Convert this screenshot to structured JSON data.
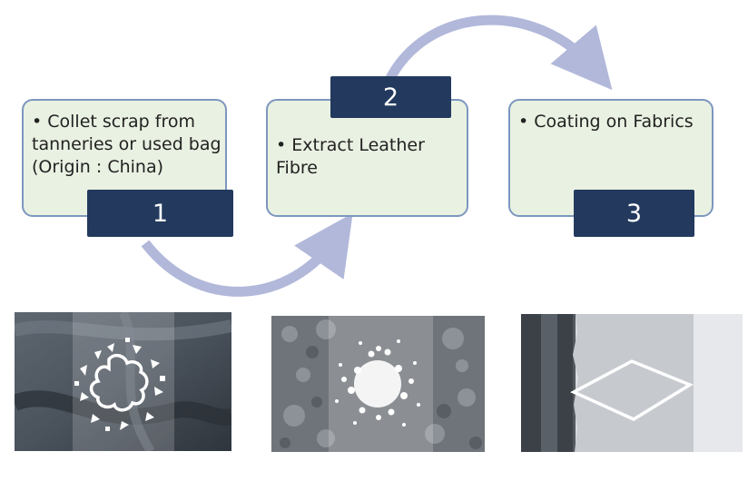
{
  "steps": [
    {
      "number": "1",
      "text": "• Collet scrap from tanneries or used bag (Origin : China)"
    },
    {
      "number": "2",
      "text": "• Extract Leather Fibre"
    },
    {
      "number": "3",
      "text": "• Coating on Fabrics"
    }
  ],
  "colors": {
    "box_fill": "#e9f1e2",
    "box_border": "#7c97bf",
    "badge_fill": "#233a5e",
    "arrow": "#b2b8da"
  },
  "images": [
    {
      "icon": "leather-hide-icon"
    },
    {
      "icon": "fibre-particles-icon"
    },
    {
      "icon": "fabric-coating-icon"
    }
  ]
}
